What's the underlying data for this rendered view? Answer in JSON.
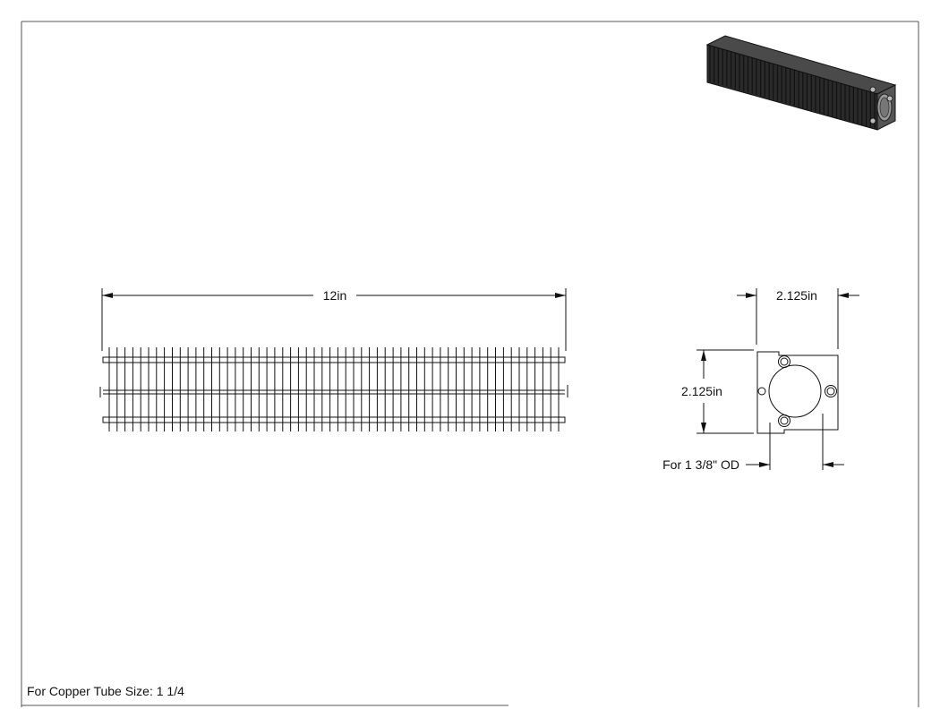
{
  "drawing": {
    "length_label": "12in",
    "width_label": "2.125in",
    "height_label": "2.125in",
    "od_label": "For 1 3/8\" OD",
    "note": "For Copper Tube Size: 1 1/4",
    "fin_count": 58
  },
  "colors": {
    "line": "#111111",
    "border": "#555555",
    "iso_dark": "#2a2a2a",
    "iso_fin": "#3c3c3c"
  }
}
